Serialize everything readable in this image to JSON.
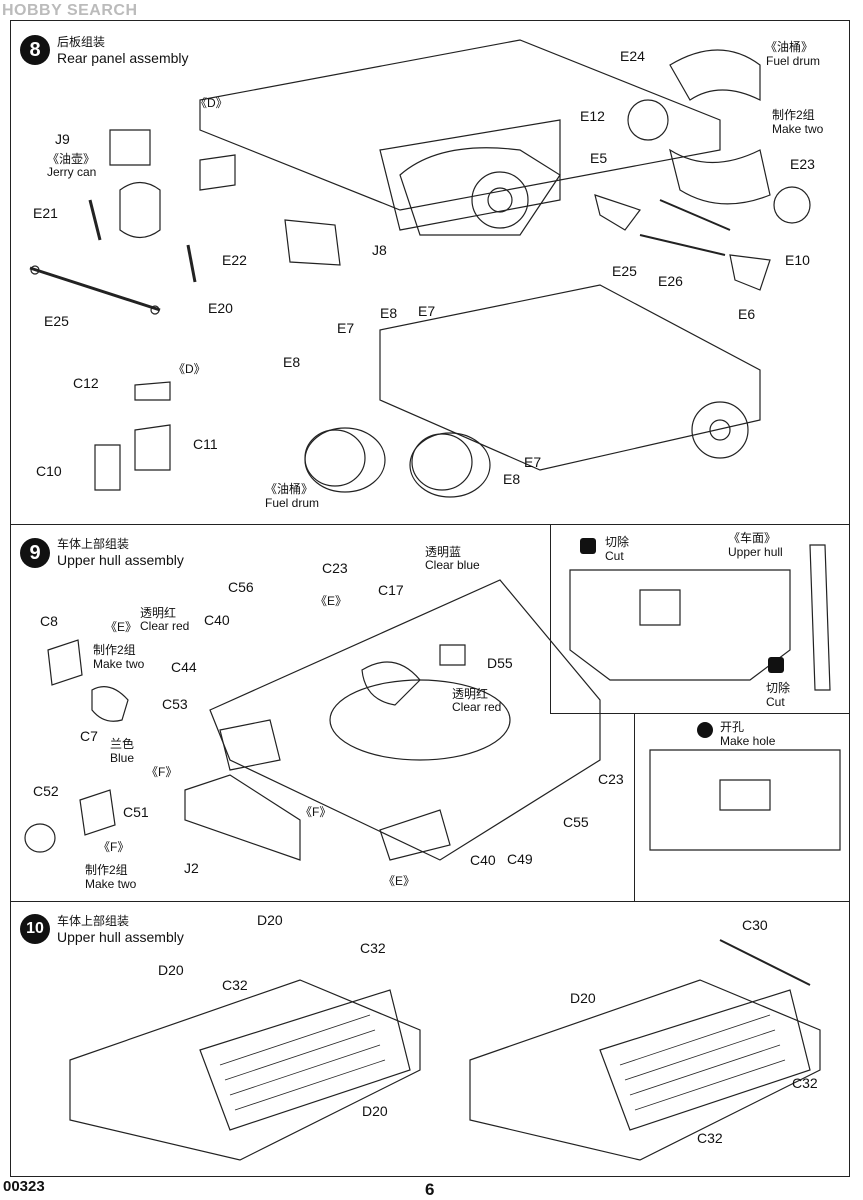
{
  "watermark": "HOBBY SEARCH",
  "step8": {
    "number": "8",
    "title_zh": "后板组装",
    "title_en": "Rear panel assembly",
    "parts": {
      "e24": "E24",
      "fuel_drum_zh": "《油桶》",
      "fuel_drum_en": "Fuel drum",
      "e12": "E12",
      "make_two_zh": "制作2组",
      "make_two_en": "Make two",
      "e23": "E23",
      "e5": "E5",
      "e10": "E10",
      "e25_right": "E25",
      "e26": "E26",
      "e6": "E6",
      "d_marker": "《D》",
      "j9": "J9",
      "jerry_can_zh": "《油壶》",
      "jerry_can_en": "Jerry can",
      "e21": "E21",
      "e22": "E22",
      "j8": "J8",
      "e20": "E20",
      "e25_left": "E25",
      "d_marker2": "《D》",
      "c12": "C12",
      "c11": "C11",
      "c10": "C10",
      "e7_a": "E7",
      "e8_a": "E8",
      "e7_b": "E7",
      "e8_b": "E8",
      "e7_c": "E7",
      "e8_c": "E8",
      "fuel_drum2_zh": "《油桶》",
      "fuel_drum2_en": "Fuel drum"
    }
  },
  "step9": {
    "number": "9",
    "title_zh": "车体上部组装",
    "title_en": "Upper hull assembly",
    "parts": {
      "c23_top": "C23",
      "c56": "C56",
      "e_marker1": "《E》",
      "c17": "C17",
      "clear_blue_zh": "透明蓝",
      "clear_blue_en": "Clear blue",
      "d55": "D55",
      "c8": "C8",
      "e_marker2": "《E》",
      "make_two_zh": "制作2组",
      "make_two_en": "Make two",
      "clear_red_zh": "透明红",
      "clear_red_en": "Clear red",
      "c40_top": "C40",
      "c44": "C44",
      "clear_red2_zh": "透明红",
      "clear_red2_en": "Clear red",
      "c7": "C7",
      "blue_zh": "兰色",
      "blue_en": "Blue",
      "c53": "C53",
      "f_marker1": "《F》",
      "c23_right": "C23",
      "c55": "C55",
      "c52": "C52",
      "c51": "C51",
      "f_marker2": "《F》",
      "j2": "J2",
      "c40_bottom": "C40",
      "c49": "C49",
      "e_marker3": "《E》",
      "f_marker3": "《F》",
      "make_two2_zh": "制作2组",
      "make_two2_en": "Make two"
    },
    "inset_cut": {
      "cut1_zh": "切除",
      "cut1_en": "Cut",
      "hull_zh": "《车面》",
      "hull_en": "Upper hull",
      "cut2_zh": "切除",
      "cut2_en": "Cut"
    },
    "inset_hole": {
      "hole_zh": "开孔",
      "hole_en": "Make hole"
    }
  },
  "step10": {
    "number": "10",
    "title_zh": "车体上部组装",
    "title_en": "Upper hull assembly",
    "parts": {
      "d20_a": "D20",
      "c32_a": "C32",
      "d20_b": "D20",
      "c32_b": "C32",
      "d20_c": "D20",
      "c30": "C30",
      "d20_d": "D20",
      "c32_c": "C32",
      "c32_d": "C32"
    }
  },
  "footer": {
    "code": "00323",
    "page": "6"
  }
}
